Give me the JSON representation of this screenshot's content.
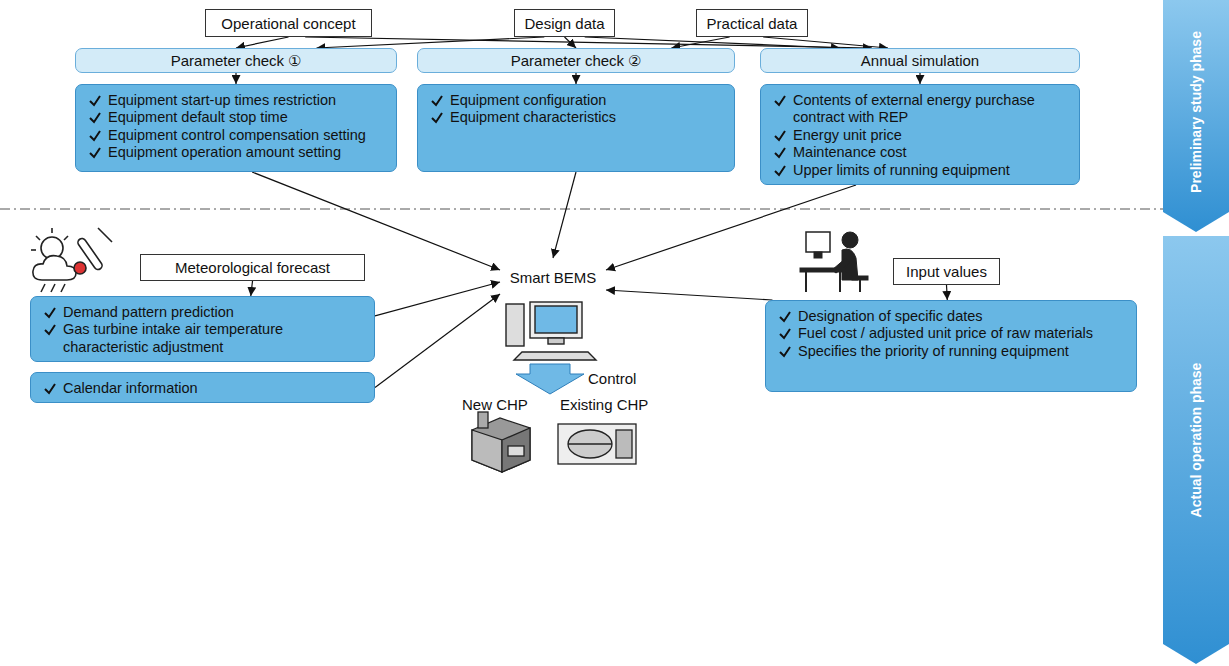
{
  "diagram": {
    "nodes": [
      {
        "text": [
          "Operational concept"
        ]
      },
      {
        "text": [
          "Design data"
        ]
      },
      {
        "text": [
          "Practical data"
        ]
      },
      {
        "text": [
          "Parameter check ①"
        ]
      },
      {
        "text": [
          "Parameter check ②"
        ]
      },
      {
        "text": [
          "Annual simulation"
        ]
      },
      {
        "text": [
          "Equipment start-up times restriction",
          "Equipment default stop time",
          "Equipment control compensation setting",
          "Equipment operation amount setting"
        ]
      },
      {
        "text": [
          "Equipment configuration",
          "Equipment characteristics"
        ]
      },
      {
        "text": [
          "Contents of external energy purchase contract with REP",
          "Energy unit price",
          "Maintenance cost",
          "Upper limits of running equipment"
        ]
      },
      {
        "text": [
          "Meteorological forecast"
        ]
      },
      {
        "text": [
          "Demand pattern prediction",
          "Gas turbine intake air temperature characteristic adjustment"
        ]
      },
      {
        "text": [
          "Calendar information"
        ]
      },
      {
        "text": [
          "Smart BEMS"
        ]
      },
      {
        "text": [
          "Input values"
        ]
      },
      {
        "text": [
          "Designation of specific dates",
          "Fuel cost / adjusted unit price of raw materials",
          "Specifies the  priority of running equipment"
        ]
      }
    ],
    "edges": [
      {
        "from": 0,
        "to": 3,
        "arrow": "to"
      },
      {
        "from": 0,
        "to": 5,
        "arrow": "to"
      },
      {
        "from": 1,
        "to": 3,
        "arrow": "to"
      },
      {
        "from": 1,
        "to": 4,
        "arrow": "to"
      },
      {
        "from": 1,
        "to": 5,
        "arrow": "to"
      },
      {
        "from": 2,
        "to": 4,
        "arrow": "to"
      },
      {
        "from": 2,
        "to": 5,
        "arrow": "to"
      },
      {
        "from": 3,
        "to": 6,
        "arrow": "to"
      },
      {
        "from": 4,
        "to": 7,
        "arrow": "to"
      },
      {
        "from": 5,
        "to": 8,
        "arrow": "to"
      },
      {
        "from": 6,
        "to": 12,
        "arrow": "to"
      },
      {
        "from": 7,
        "to": 12,
        "arrow": "to"
      },
      {
        "from": 8,
        "to": 12,
        "arrow": "to"
      },
      {
        "from": 9,
        "to": 10,
        "arrow": "to"
      },
      {
        "from": 10,
        "to": 12,
        "arrow": "to"
      },
      {
        "from": 11,
        "to": 12,
        "arrow": "to"
      },
      {
        "from": 13,
        "to": 14,
        "arrow": "to"
      },
      {
        "from": 14,
        "to": 12,
        "arrow": "to"
      }
    ],
    "labels": [
      "Control",
      "New CHP",
      "Existing CHP",
      "Preliminary study phase",
      "Actual operation phase"
    ]
  }
}
